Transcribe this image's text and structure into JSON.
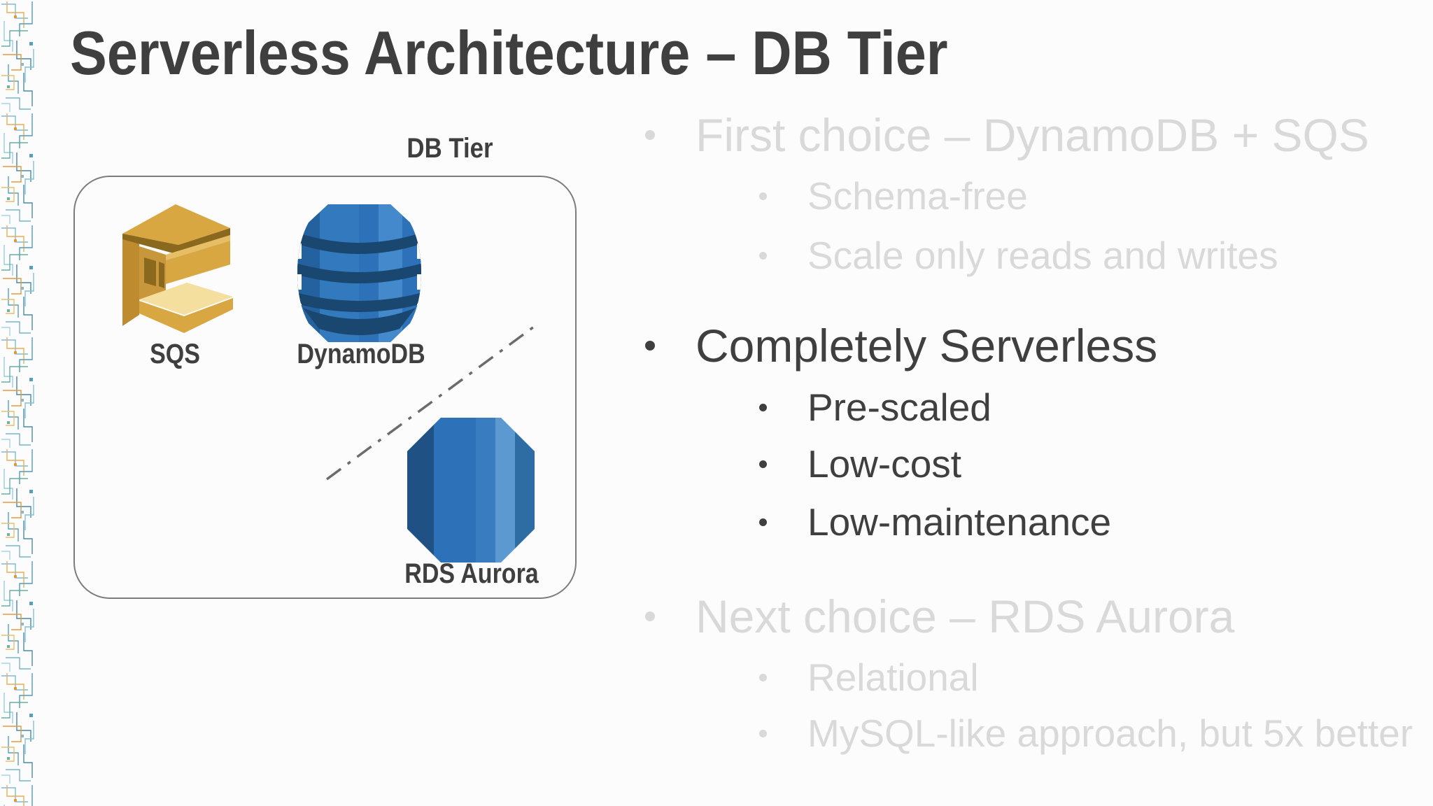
{
  "slide": {
    "title": "Serverless Architecture – DB Tier"
  },
  "db_box": {
    "label": "DB Tier",
    "icons": [
      {
        "icon": "sqs-icon",
        "label": "SQS"
      },
      {
        "icon": "dynamodb-icon",
        "label": "DynamoDB"
      },
      {
        "icon": "rds-aurora-icon",
        "label": "RDS Aurora"
      }
    ]
  },
  "bullets": [
    {
      "text": "First choice – DynamoDB + SQS",
      "emphasis": "muted",
      "subs": [
        "Schema-free",
        "Scale only reads and writes"
      ]
    },
    {
      "text": "Completely Serverless",
      "emphasis": "dark",
      "subs": [
        "Pre-scaled",
        "Low-cost",
        "Low-maintenance"
      ]
    },
    {
      "text": "Next choice – RDS Aurora",
      "emphasis": "muted",
      "subs": [
        "Relational",
        "MySQL-like approach, but 5x better"
      ]
    }
  ],
  "colors": {
    "background": "#FCFCFC",
    "title_text": "#3F3F3F",
    "body_text": "#3F3F3F",
    "muted_text": "#D9D9D9",
    "box_border": "#7C7C7C",
    "dash_line": "#6B6B6B",
    "sqs_gold": "#D9A741",
    "sqs_gold_dark": "#8A691E",
    "sqs_gold_light": "#F4DF9F",
    "dynamodb_blue": "#2D72B8",
    "dynamodb_band_navy": "#1A476F",
    "aurora_blue_dark": "#1F5184",
    "aurora_blue_light": "#5C99D1"
  }
}
